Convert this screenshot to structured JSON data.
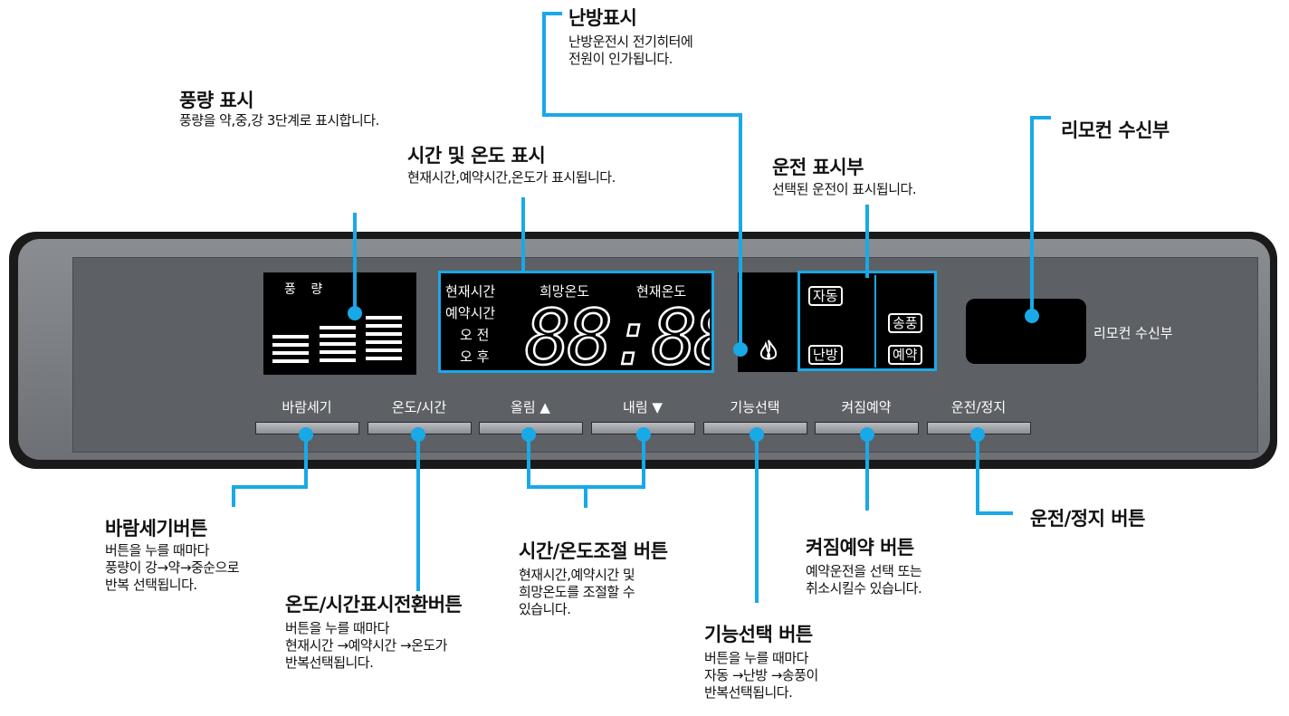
{
  "annotations": {
    "heat": {
      "title": "난방표시",
      "desc": "난방운전시 전기히터에\n전원이 인가됩니다."
    },
    "fan": {
      "title": "풍량 표시",
      "desc": "풍량을 약,중,강 3단계로 표시합니다."
    },
    "time_temp": {
      "title": "시간 및 온도 표시",
      "desc": "현재시간,예약시간,온도가 표시됩니다."
    },
    "mode": {
      "title": "운전 표시부",
      "desc": "선택된 운전이 표시됩니다."
    },
    "remote": {
      "title": "리모컨 수신부"
    },
    "wind_btn": {
      "title": "바람세기버튼",
      "desc": "버튼을 누를 때마다\n풍량이 강→약→중순으로\n반복 선택됩니다."
    },
    "tempswitch_btn": {
      "title": "온도/시간표시전환버튼",
      "desc": "버튼을 누를 때마다\n현재시간 →예약시간 →온도가\n반복선택됩니다."
    },
    "adjust_btn": {
      "title": "시간/온도조절 버튼",
      "desc": "현재시간,예약시간 및\n희망온도를 조절할 수\n있습니다."
    },
    "func_btn": {
      "title": "기능선택 버튼",
      "desc": "버튼을 누를 때마다\n자동 →난방 →송풍이\n반복선택됩니다."
    },
    "reserve_btn": {
      "title": "켜짐예약 버튼",
      "desc": "예약운전을 선택 또는\n취소시킬수 있습니다."
    },
    "power_btn": {
      "title": "운전/정지 버튼"
    }
  },
  "panel": {
    "fan_label": "풍 량",
    "display": {
      "current_time": "현재시간",
      "reserve_time": "예약시간",
      "am": "오 전",
      "pm": "오 후",
      "target_temp": "희망온도",
      "current_temp": "현재온도",
      "digits": "88:88"
    },
    "modes": {
      "auto": "자동",
      "heat": "난방",
      "fan": "송풍",
      "reserve": "예약"
    },
    "remote_label": "리모컨 수신부",
    "buttons": [
      "바람세기",
      "온도/시간",
      "올림 ▲",
      "내림 ▼",
      "기능선택",
      "켜짐예약",
      "운전/정지"
    ]
  },
  "colors": {
    "accent": "#19a9e7",
    "panel": "#6d7075",
    "display_bg": "#000000"
  }
}
